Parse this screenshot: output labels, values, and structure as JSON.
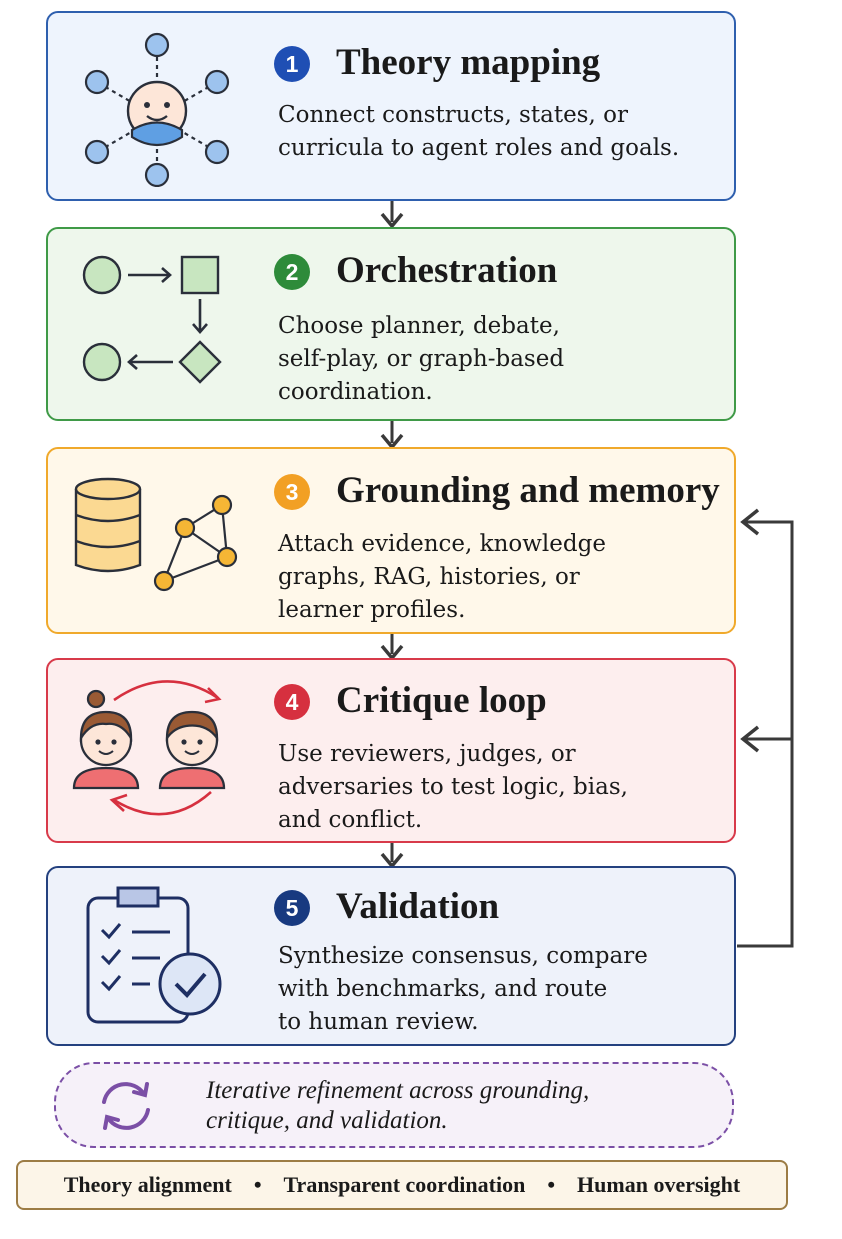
{
  "stages": [
    {
      "number": "1",
      "title": "Theory mapping",
      "lines": [
        "Connect constructs, states, or",
        "curricula to agent roles and goals."
      ]
    },
    {
      "number": "2",
      "title": "Orchestration",
      "lines": [
        "Choose planner, debate,",
        "self-play, or graph-based",
        "coordination."
      ]
    },
    {
      "number": "3",
      "title": "Grounding and memory",
      "lines": [
        "Attach evidence, knowledge",
        "graphs, RAG, histories, or",
        "learner profiles."
      ]
    },
    {
      "number": "4",
      "title": "Critique loop",
      "lines": [
        "Use reviewers, judges, or",
        "adversaries to test logic, bias,",
        "and conflict."
      ]
    },
    {
      "number": "5",
      "title": "Validation",
      "lines": [
        "Synthesize consensus, compare",
        "with benchmarks, and route",
        "to human review."
      ]
    }
  ],
  "refinement": {
    "lines": [
      "Iterative refinement across grounding,",
      "critique, and validation."
    ]
  },
  "principles": [
    "Theory alignment",
    "Transparent coordination",
    "Human oversight"
  ],
  "colors": {
    "stage1": {
      "border": "#2e5fae",
      "fill": "#eef4fd",
      "badge": "#1f4fb4"
    },
    "stage2": {
      "border": "#3f9a47",
      "fill": "#eef7ec",
      "badge": "#2e8b3a"
    },
    "stage3": {
      "border": "#f0a92b",
      "fill": "#fff8ea",
      "badge": "#f2a024"
    },
    "stage4": {
      "border": "#d83a4a",
      "fill": "#fdeeee",
      "badge": "#d6303f"
    },
    "stage5": {
      "border": "#24417f",
      "fill": "#eef2fa",
      "badge": "#183a80"
    },
    "arrows": "#3a3a3a",
    "refinement": "#7b4fa6"
  },
  "icons": [
    "network-person-icon",
    "flowchart-icon",
    "database-graph-icon",
    "peer-review-icon",
    "checklist-validation-icon",
    "refresh-cycle-icon"
  ]
}
